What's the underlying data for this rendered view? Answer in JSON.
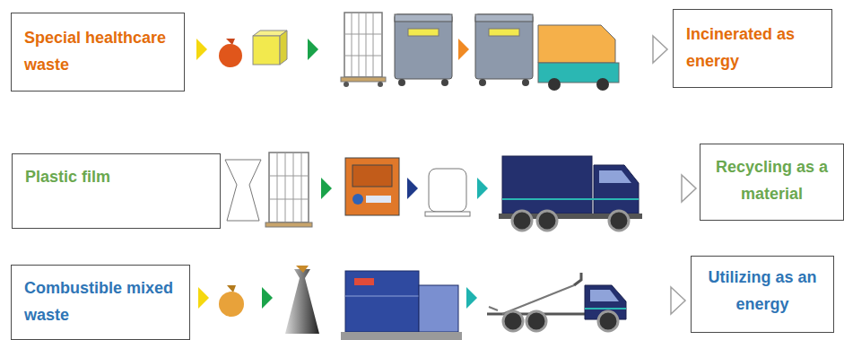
{
  "diagram": {
    "nodes": [
      {
        "text": [
          "Special healthcare waste"
        ]
      },
      {
        "text": [
          "Incinerated as energy"
        ]
      },
      {
        "text": [
          "Plastic film"
        ]
      },
      {
        "text": [
          "Recycling as a material"
        ]
      },
      {
        "text": [
          "Combustible mixed waste"
        ]
      },
      {
        "text": [
          "Utilizing as an energy"
        ]
      }
    ]
  }
}
